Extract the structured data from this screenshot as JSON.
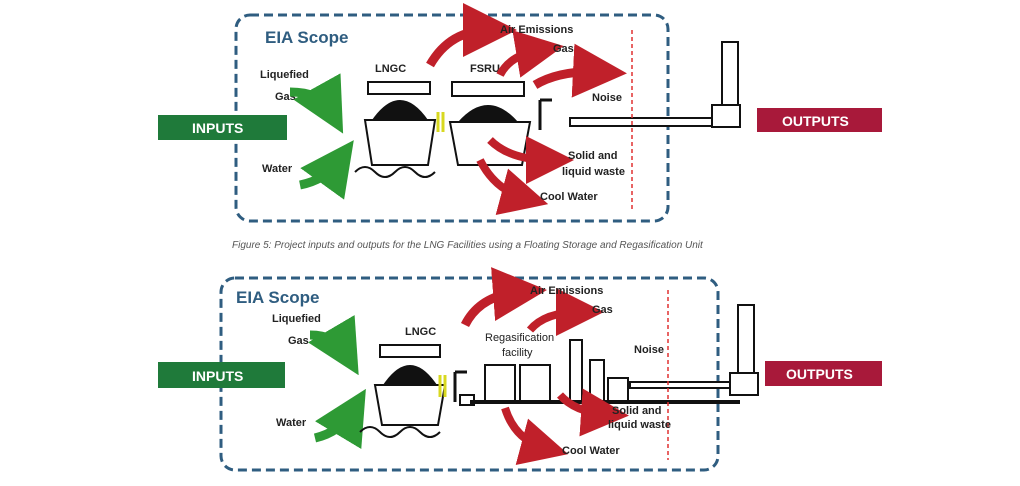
{
  "colors": {
    "scope_border": "#2f5d80",
    "inputs": "#1f7a3a",
    "outputs": "#a8193a",
    "arrow_green": "#2e9a35",
    "arrow_red": "#c0202a",
    "boundary": "#e03030"
  },
  "figure5": {
    "scope_label": "EIA Scope",
    "inputs": "INPUTS",
    "outputs": "OUTPUTS",
    "liquefied": "Liquefied",
    "gas_in": "Gas",
    "water": "Water",
    "lngc": "LNGC",
    "fsru": "FSRU",
    "air_emissions": "Air Emissions",
    "gas_out": "Gas",
    "noise": "Noise",
    "solid1": "Solid and",
    "solid2": "liquid waste",
    "cool_water": "Cool Water",
    "caption": "Figure 5: Project inputs and outputs for the LNG Facilities using a Floating Storage and Regasification Unit"
  },
  "figure6": {
    "scope_label": "EIA Scope",
    "inputs": "INPUTS",
    "outputs": "OUTPUTS",
    "liquefied": "Liquefied",
    "gas_in": "Gas",
    "water": "Water",
    "lngc": "LNGC",
    "regas1": "Regasification",
    "regas2": "facility",
    "air_emissions": "Air Emissions",
    "gas_out": "Gas",
    "noise": "Noise",
    "solid1": "Solid and",
    "solid2": "liquid waste",
    "cool_water": "Cool Water"
  }
}
